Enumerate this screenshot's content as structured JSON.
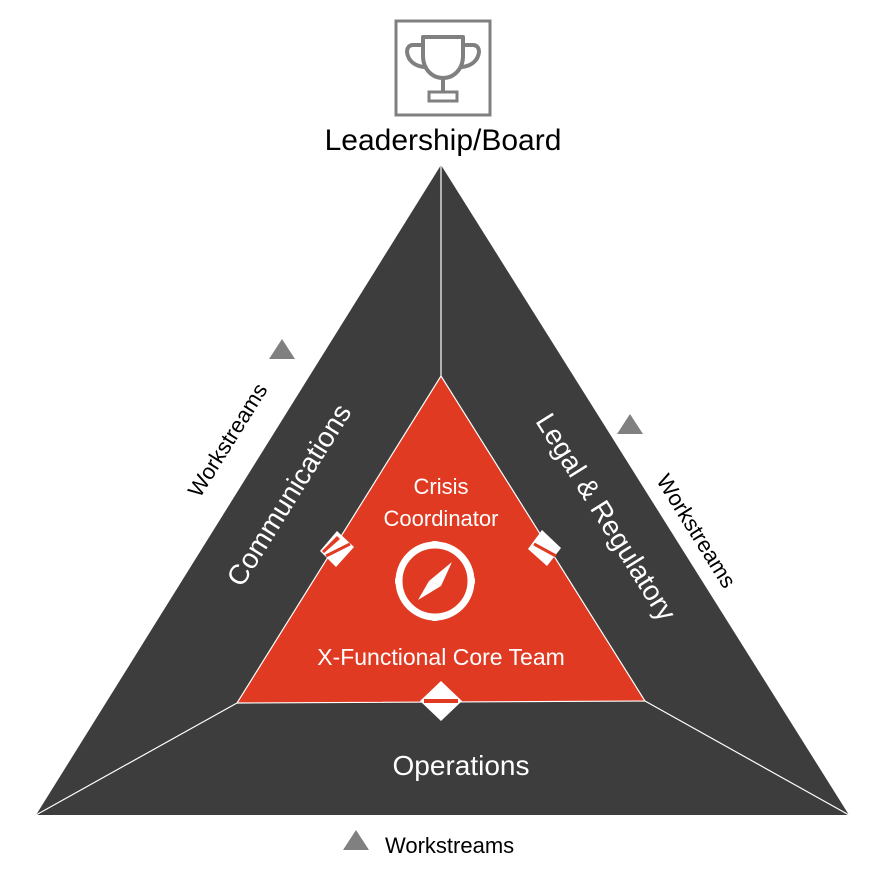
{
  "title": "Leadership/Board",
  "core": {
    "coordinator_line1": "Crisis",
    "coordinator_line2": "Coordinator",
    "team": "X-Functional Core Team"
  },
  "sections": {
    "left": "Communications",
    "right": "Legal & Regulatory",
    "bottom": "Operations"
  },
  "workstreams": {
    "left": "Workstreams",
    "right": "Workstreams",
    "bottom": "Workstreams"
  },
  "icons": {
    "top": "trophy-icon",
    "center": "compass-icon",
    "left_connector": "diamond-connector-icon",
    "right_connector": "diamond-connector-icon",
    "bottom_connector": "diamond-connector-icon",
    "workstream_marker": "triangle-icon"
  },
  "colors": {
    "outer_triangle": "#3d3d3d",
    "core_triangle": "#e03a22",
    "connector_lines": "#ffffff",
    "workstream_marker": "#808080",
    "trophy_stroke": "#808080"
  }
}
